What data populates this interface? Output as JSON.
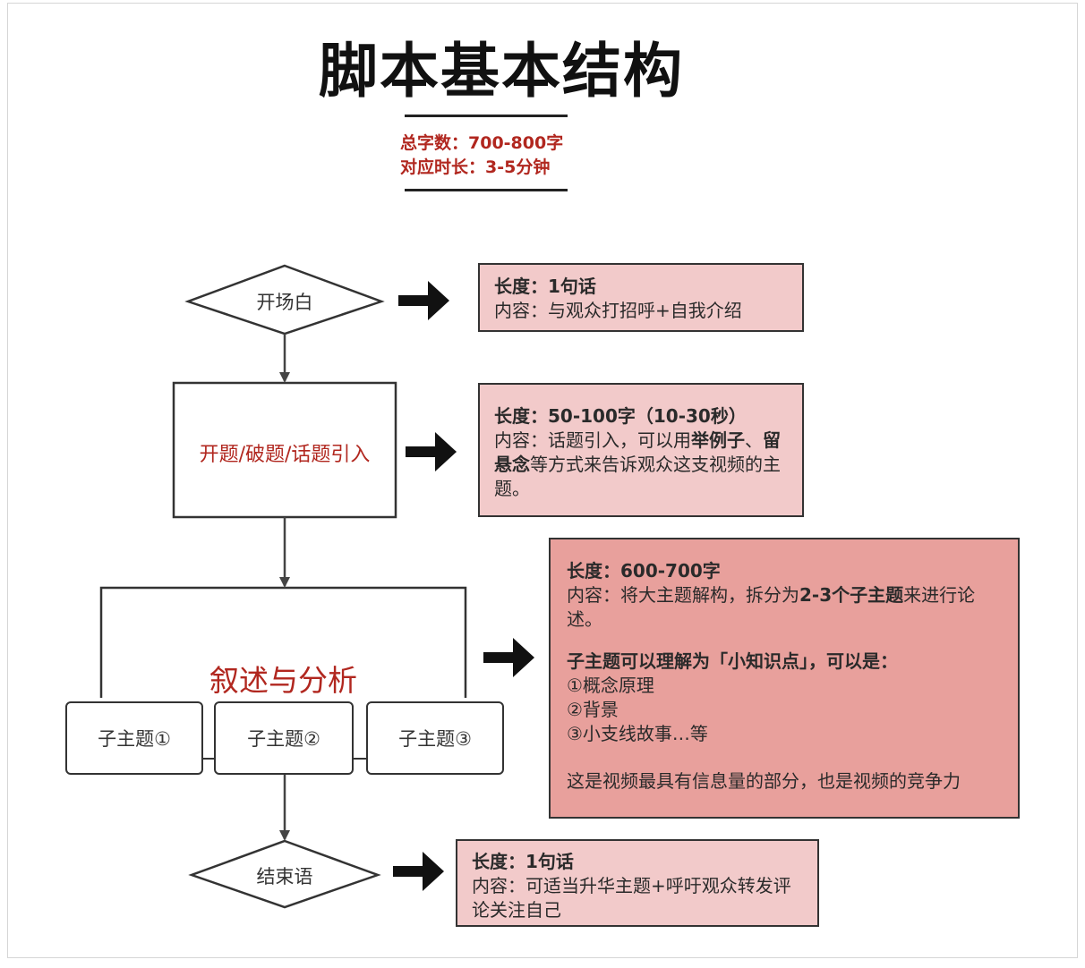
{
  "title": "脚本基本结构",
  "meta": {
    "word_count": "总字数：700-800字",
    "duration": "对应时长：3-5分钟"
  },
  "nodes": {
    "opening": "开场白",
    "intro": "开题/破题/话题引入",
    "narration": "叙述与分析",
    "subtopics": [
      "子主题①",
      "子主题②",
      "子主题③"
    ],
    "ending": "结束语"
  },
  "boxes": {
    "opening": {
      "length": "长度：1句话",
      "content": "内容：与观众打招呼+自我介绍"
    },
    "intro": {
      "length": "长度：50-100字（10-30秒）",
      "content_a": "内容：话题引入，可以用",
      "content_b": "举例子",
      "content_c": "、",
      "content_d": "留悬念",
      "content_e": "等方式来告诉观众这支视频的主题。"
    },
    "narration": {
      "length": "长度：600-700字",
      "content_a": "内容：将大主题解构，拆分为",
      "content_b": "2-3个子主题",
      "content_c": "来进行论述。",
      "subtitle": "子主题可以理解为「小知识点」，可以是：",
      "items": [
        "①概念原理",
        "②背景",
        "③小支线故事…等"
      ],
      "note": "这是视频最具有信息量的部分，也是视频的竞争力"
    },
    "ending": {
      "length": "长度：1句话",
      "content": "内容：可适当升华主题+呼吁观众转发评论关注自己"
    }
  },
  "colors": {
    "accent_red": "#b1271f",
    "box_light": "#f2caca",
    "box_dark": "#e8a09c",
    "stroke": "#333333"
  }
}
